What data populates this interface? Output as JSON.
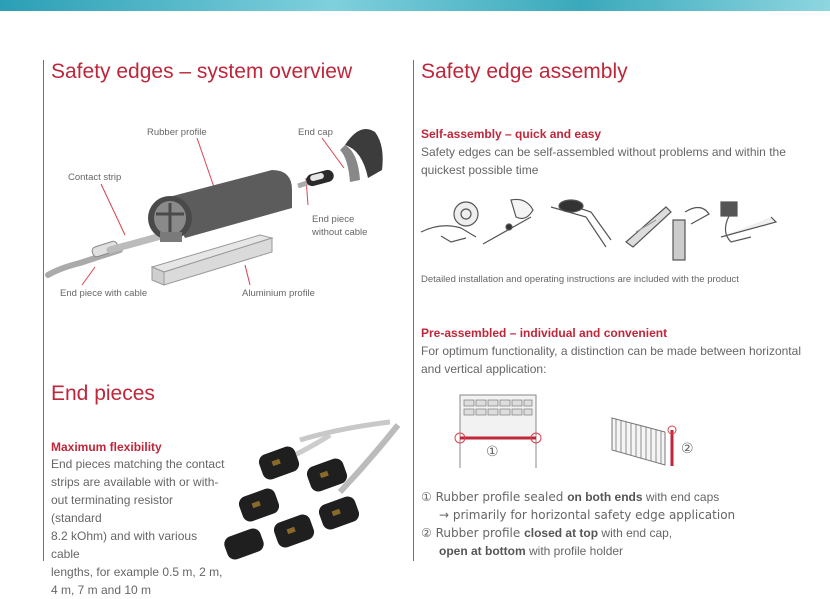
{
  "left": {
    "overview_title": "Safety edges – system overview",
    "labels": {
      "rubber_profile": "Rubber profile",
      "end_cap": "End cap",
      "contact_strip": "Contact strip",
      "end_piece_no_cable_1": "End piece",
      "end_piece_no_cable_2": "without cable",
      "end_piece_with_cable": "End piece with cable",
      "aluminium_profile": "Aluminium profile"
    },
    "end_pieces_title": "End pieces",
    "max_flex_heading": "Maximum flexibility",
    "max_flex_lines": [
      "End pieces matching the contact",
      "strips are available with or with-",
      "out terminating resistor (standard",
      "8.2 kOhm) and with various cable",
      "lengths, for example 0.5 m, 2 m,",
      "4 m, 7 m and 10 m"
    ]
  },
  "right": {
    "assembly_title": "Safety edge assembly",
    "self_heading": "Self-assembly – quick and easy",
    "self_lines": [
      "Safety edges can be self-assembled without problems and within the",
      "quickest possible time"
    ],
    "instructions_note": "Detailed installation and operating instructions are included with the product",
    "pre_heading": "Pre-assembled – individual and convenient",
    "pre_lines": [
      "For optimum functionality, a distinction can be made between horizontal",
      "and vertical application:"
    ],
    "marker_1": "①",
    "marker_2": "②",
    "item1_a": "① Rubber profile sealed ",
    "item1_b": "on both ends",
    "item1_c": " with end caps",
    "item1_d": "→ primarily for horizontal safety edge application",
    "item2_a": "② Rubber profile ",
    "item2_b": "closed at top",
    "item2_c": " with end cap,",
    "item2_d": "open at bottom",
    "item2_e": " with profile holder"
  },
  "colors": {
    "accent": "#c0263a",
    "rule": "#d9434e",
    "text": "#666666"
  }
}
